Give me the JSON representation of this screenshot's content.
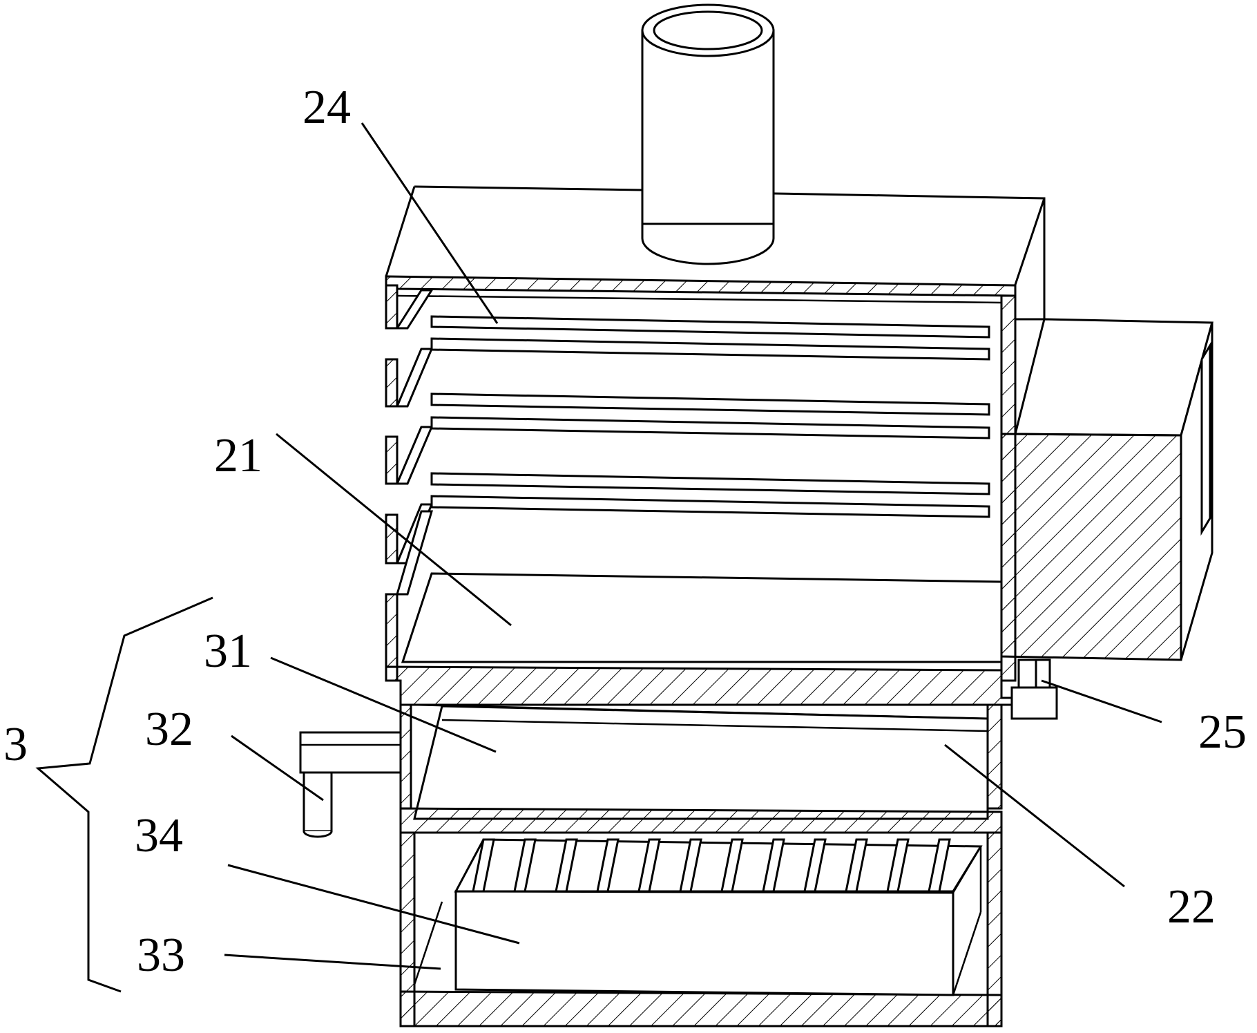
{
  "labels": {
    "l24": "24",
    "l21": "21",
    "l31": "31",
    "l32": "32",
    "l3": "3",
    "l34": "34",
    "l33": "33",
    "l25": "25",
    "l22": "22"
  },
  "colors": {
    "line": "#000000",
    "background": "#ffffff"
  }
}
